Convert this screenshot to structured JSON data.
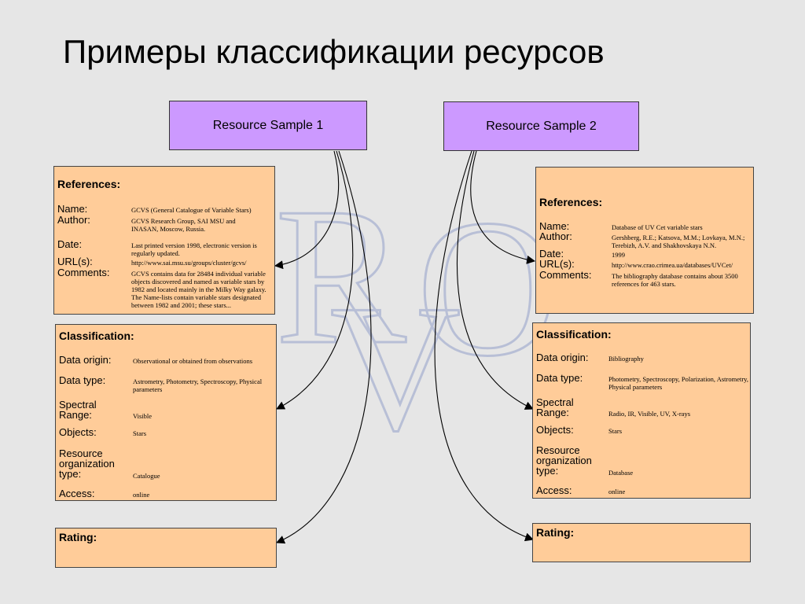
{
  "title": "Примеры классификации ресурсов",
  "watermark": {
    "letters": [
      "R",
      "V",
      "O"
    ],
    "color": "#b8bfd6"
  },
  "colors": {
    "sample_box": "#cc99ff",
    "panel": "#ffcc99",
    "background": "#e6e6e6"
  },
  "samples": [
    {
      "label": "Resource Sample 1",
      "references": {
        "title": "References:",
        "rows": [
          {
            "label": "Name:",
            "value": "GCVS (General Catalogue  of Variable Stars)"
          },
          {
            "label": "Author:",
            "value": "GCVS Research Group, SAI MSU and INASAN, Moscow, Russia."
          },
          {
            "label": "Date:",
            "value": "Last printed version 1998, electronic version is regularly updated."
          },
          {
            "label": "URL(s):",
            "value": "http://www.sai.msu.su/groups/cluster/gcvs/"
          },
          {
            "label": "Comments:",
            "value": "GCVS contains data for 28484 individual variable objects discovered and named as variable stars by 1982 and located mainly in the Milky Way galaxy. The Name-lists contain variable stars designated between 1982 and 2001; these stars..."
          }
        ]
      },
      "classification": {
        "title": "Classification:",
        "rows": [
          {
            "label": "Data origin:",
            "value": "Observational or obtained from observations"
          },
          {
            "label": "Data type:",
            "value": "Astrometry, Photometry, Spectroscopy, Physical parameters"
          },
          {
            "label": "Spectral Range:",
            "value": "Visible"
          },
          {
            "label": "Objects:",
            "value": "Stars"
          },
          {
            "label": "Resource organization type:",
            "value": "Catalogue"
          },
          {
            "label": "Access:",
            "value": "online"
          }
        ]
      },
      "rating": {
        "title": "Rating:"
      }
    },
    {
      "label": "Resource Sample 2",
      "references": {
        "title": "References:",
        "rows": [
          {
            "label": "Name:",
            "value": "Database of UV Cet variable stars"
          },
          {
            "label": "Author:",
            "value": "Gershberg, R.E.; Katsova, M.M.; Lovkaya, M.N.; Terebizh, A.V. and Shakhovskaya N.N."
          },
          {
            "label": "Date:",
            "value": "1999"
          },
          {
            "label": "URL(s):",
            "value": "http://www.crao.crimea.ua/databases/UVCet/"
          },
          {
            "label": "Comments:",
            "value": "The bibliography database contains about 3500 references for 463 stars."
          }
        ]
      },
      "classification": {
        "title": "Classification:",
        "rows": [
          {
            "label": "Data origin:",
            "value": "Bibliography"
          },
          {
            "label": "Data type:",
            "value": "Photometry, Spectroscopy, Polarization, Astrometry, Physical parameters"
          },
          {
            "label": "Spectral Range:",
            "value": "Radio, IR, Visible, UV, X-rays"
          },
          {
            "label": "Objects:",
            "value": "Stars"
          },
          {
            "label": "Resource organization type:",
            "value": "Database"
          },
          {
            "label": "Access:",
            "value": "online"
          }
        ]
      },
      "rating": {
        "title": "Rating:"
      }
    }
  ]
}
